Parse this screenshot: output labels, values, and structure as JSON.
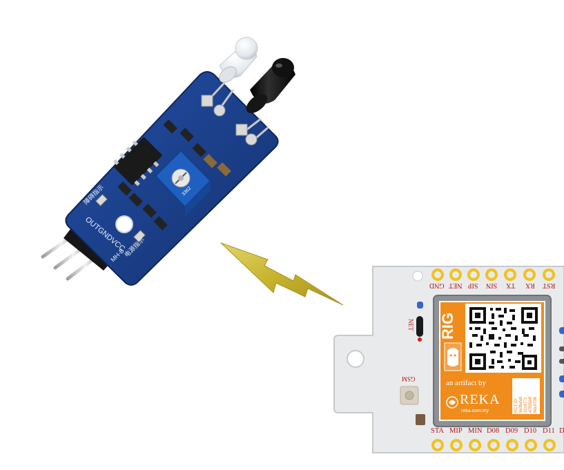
{
  "sensor_module": {
    "model_label": "MH-B",
    "pin_labels": "OUTGNDVCC",
    "pot_label": "3362",
    "left_led_label": "障碍指示",
    "right_led_label": "电源指示"
  },
  "rig_board": {
    "brand": "RIG",
    "artifact_line": "an artifact by",
    "maker": "REKA",
    "maker_url": "reka.com.my",
    "rct_id": "RCT ID:\n9e3bda9\n31c477c\n47f5594f\n9bc0706",
    "gsm_label": "GSM",
    "net_label": "NET",
    "top_pins": [
      "GND",
      "NET",
      "SIP",
      "SIN",
      "TX",
      "RX",
      "RST"
    ],
    "bottom_pins": [
      "STA",
      "MIP",
      "MIN",
      "D08",
      "D09",
      "D10",
      "D11",
      "D"
    ]
  },
  "colors": {
    "pcb_blue": "#1c3f8c",
    "rig_orange": "#f08c1c",
    "pin_gold": "#f2c21d",
    "lightning": "#c8b83a",
    "label_red": "#b01515"
  }
}
